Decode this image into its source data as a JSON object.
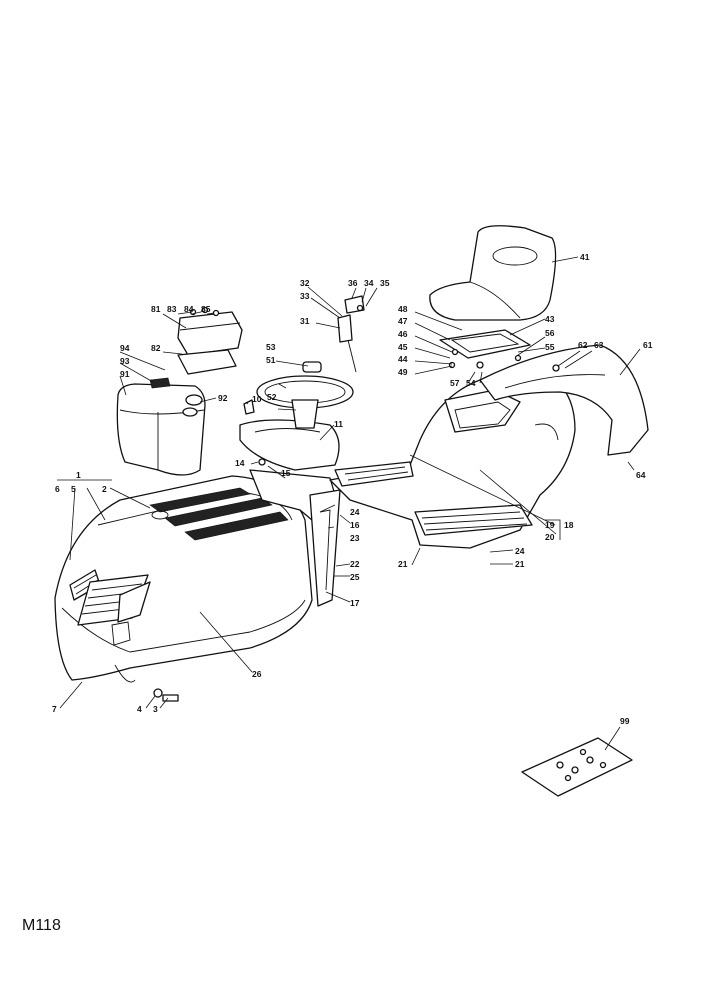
{
  "diagram_code": "M118",
  "callouts": {
    "c1": "1",
    "c2": "2",
    "c3": "3",
    "c4": "4",
    "c5": "5",
    "c6": "6",
    "c7": "7",
    "c10": "10",
    "c11": "11",
    "c14": "14",
    "c15": "15",
    "c16": "16",
    "c17": "17",
    "c18": "18",
    "c19": "19",
    "c20": "20",
    "c21a": "21",
    "c21b": "21",
    "c22": "22",
    "c23": "23",
    "c24a": "24",
    "c24b": "24",
    "c25": "25",
    "c26": "26",
    "c31": "31",
    "c32": "32",
    "c33": "33",
    "c34": "34",
    "c35": "35",
    "c36": "36",
    "c41": "41",
    "c43": "43",
    "c44": "44",
    "c45": "45",
    "c46": "46",
    "c47": "47",
    "c48": "48",
    "c49": "49",
    "c51": "51",
    "c52": "52",
    "c53": "53",
    "c54": "54",
    "c55": "55",
    "c56": "56",
    "c57": "57",
    "c61": "61",
    "c62": "62",
    "c63": "63",
    "c64": "64",
    "c81": "81",
    "c82": "82",
    "c83": "83",
    "c84": "84",
    "c85": "85",
    "c91": "91",
    "c92": "92",
    "c93": "93",
    "c94": "94",
    "c99": "99"
  }
}
